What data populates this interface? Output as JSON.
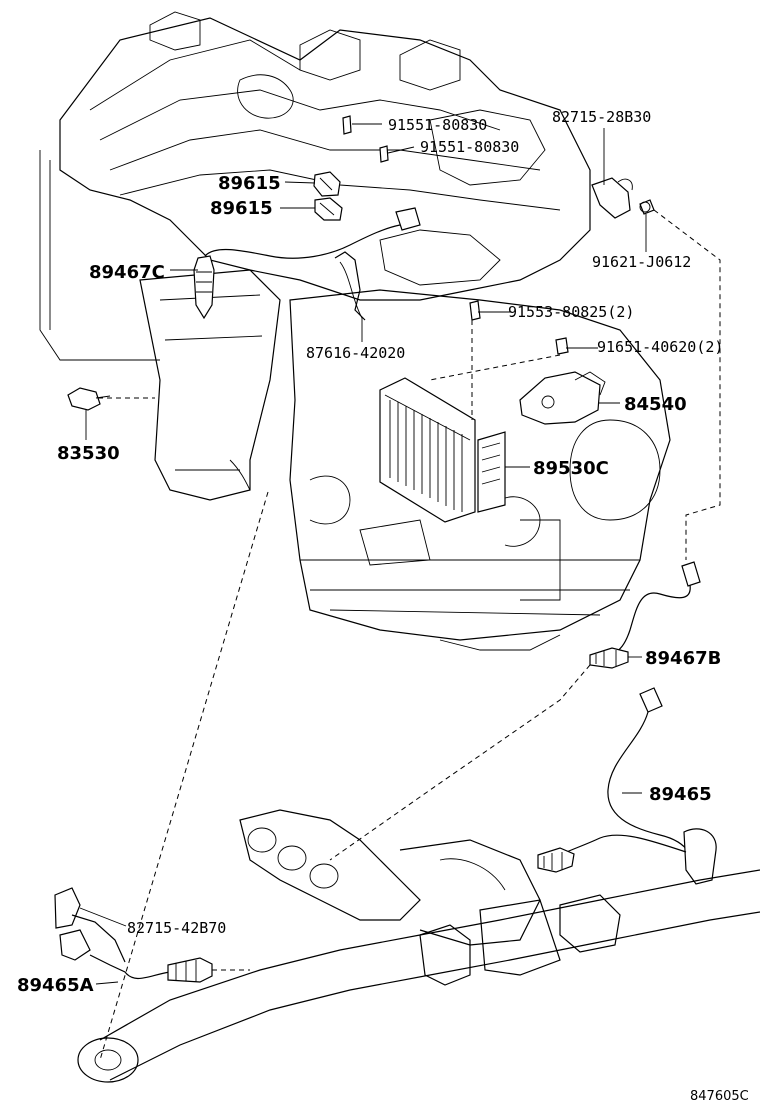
{
  "callouts": {
    "c91551_a": "91551-80830",
    "c91551_b": "91551-80830",
    "c82715_28": "82715-28B30",
    "c89615_a": "89615",
    "c89615_b": "89615",
    "c89467c": "89467C",
    "c91621": "91621-J0612",
    "c91553": "91553-80825(2)",
    "c87616": "87616-42020",
    "c91651": "91651-40620(2)",
    "c83530": "83530",
    "c84540": "84540",
    "c89530c": "89530C",
    "c89467b": "89467B",
    "c89465": "89465",
    "c82715_42": "82715-42B70",
    "c89465a": "89465A"
  },
  "figure_ref": "847605C"
}
